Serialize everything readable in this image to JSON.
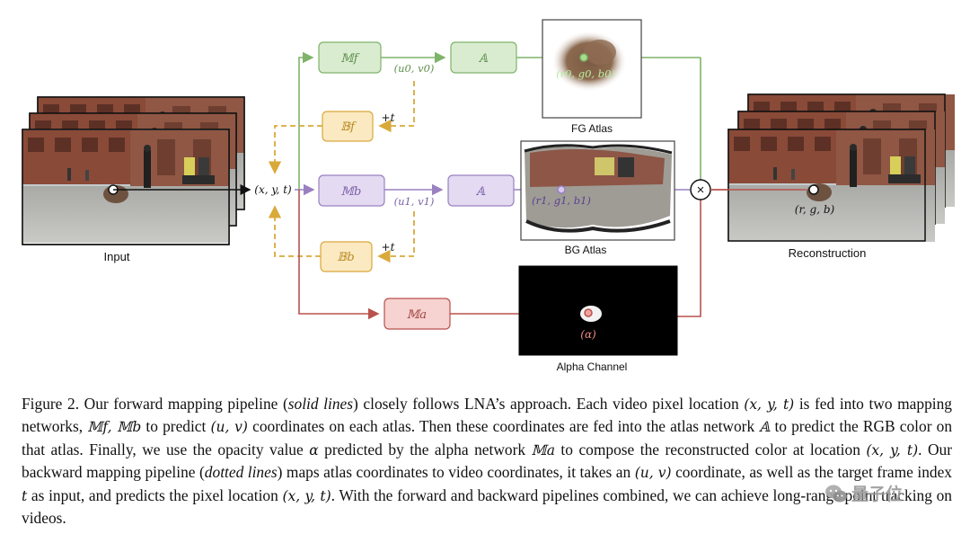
{
  "labels": {
    "input": "Input",
    "fg_atlas": "FG Atlas",
    "bg_atlas": "BG Atlas",
    "alpha_channel": "Alpha Channel",
    "reconstruction": "Reconstruction"
  },
  "nodes": {
    "mf": "𝕄f",
    "mb": "𝕄b",
    "ma": "𝕄a",
    "bf": "𝔹f",
    "bb": "𝔹b",
    "a_fg": "𝔸",
    "a_bg": "𝔸"
  },
  "math": {
    "xyt": "(x, y, t)",
    "u0v0": "(u0, v0)",
    "u1v1": "(u1, v1)",
    "plus_t_top": "+t",
    "plus_t_bottom": "+t",
    "rgb0": "(r0, g0, b0)",
    "rgb1": "(r1, g1, b1)",
    "rgb": "(r, g, b)",
    "alpha": "(α)",
    "times": "×"
  },
  "caption": {
    "p1": "Figure 2. Our forward mapping pipeline (",
    "p2": "solid lines",
    "p3": ") closely follows LNA’s approach. Each video pixel location ",
    "p4": "(x, y, t)",
    "p5": " is fed into two mapping networks, ",
    "p6": "𝕄f, 𝕄b",
    "p7": " to predict ",
    "p8": "(u, v)",
    "p9": " coordinates on each atlas. Then these coordinates are fed into the atlas network ",
    "p10": "𝔸",
    "p11": " to predict the RGB color on that atlas. Finally, we use the opacity value ",
    "p12": "α",
    "p13": " predicted by the alpha network ",
    "p14": "𝕄a",
    "p15": " to compose the reconstructed color at location ",
    "p16": "(x, y, t)",
    "p17": ". Our backward mapping pipeline (",
    "p18": "dotted lines",
    "p19": ") maps atlas coordinates to video coordinates, it takes an ",
    "p20": "(u, v)",
    "p21": " coordinate, as well as the target frame index ",
    "p22": "t",
    "p23": " as input, and predicts the pixel location ",
    "p24": "(x, y, t)",
    "p25": ". With the forward and backward pipelines combined, we can achieve long-range point tracking on videos."
  },
  "watermark": "量子位",
  "colors": {
    "green": "#7fb36a",
    "green_fill": "#d9ecd0",
    "purple": "#9a80c0",
    "purple_fill": "#e4daf2",
    "orange": "#d9a93a",
    "orange_fill": "#fbe9c2",
    "red": "#b8524d",
    "red_fill": "#f6d2d0"
  }
}
